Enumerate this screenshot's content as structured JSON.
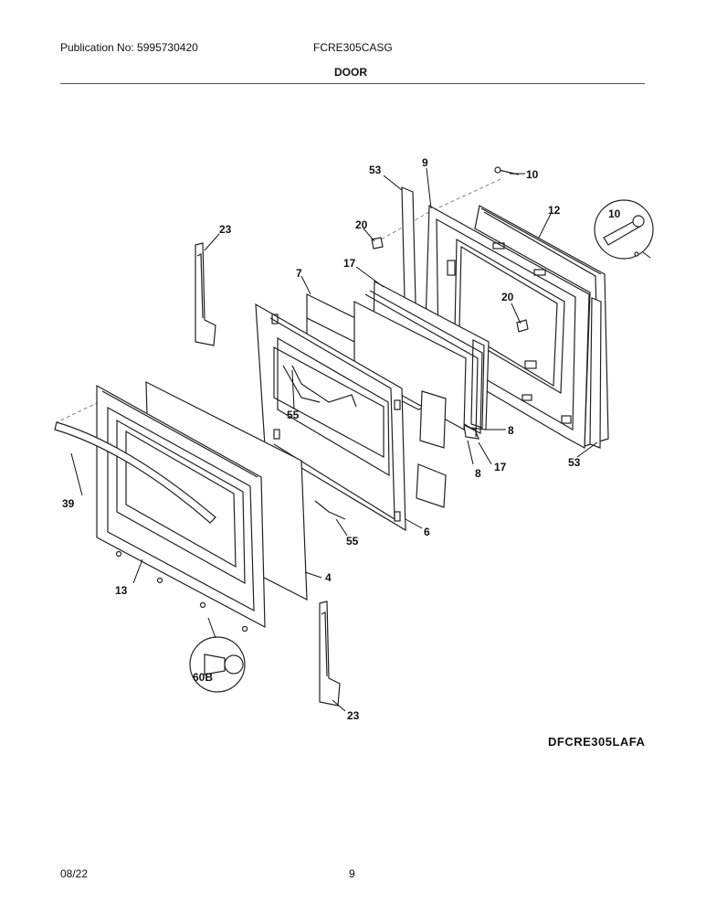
{
  "header": {
    "publication": "Publication No: 5995730420",
    "model": "FCRE305CASG",
    "section": "DOOR"
  },
  "diagram": {
    "drawing_id": "DFCRE305LAFA",
    "callouts": [
      "53",
      "9",
      "10",
      "10",
      "12",
      "23",
      "20",
      "7",
      "17",
      "20",
      "55",
      "8",
      "39",
      "8",
      "17",
      "53",
      "6",
      "55",
      "13",
      "4",
      "60B",
      "23"
    ]
  },
  "footer": {
    "date": "08/22",
    "page": "9"
  }
}
